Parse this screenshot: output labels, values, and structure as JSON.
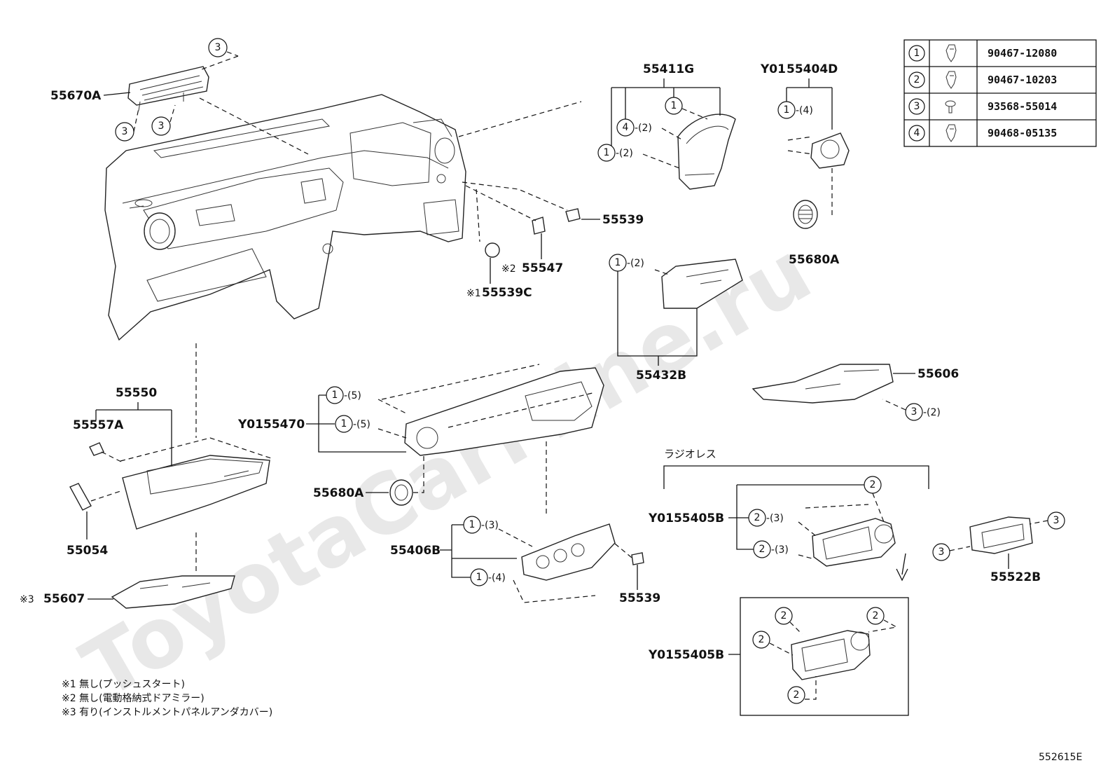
{
  "watermark": "ToyotaCarMine.ru",
  "reference_code": "552615E",
  "legend": [
    {
      "num": "1",
      "code": "90467-12080",
      "icon": "clip-icon"
    },
    {
      "num": "2",
      "code": "90467-10203",
      "icon": "clip-icon"
    },
    {
      "num": "3",
      "code": "93568-55014",
      "icon": "screw-icon"
    },
    {
      "num": "4",
      "code": "90468-05135",
      "icon": "clip-icon"
    }
  ],
  "parts": {
    "p55670A": "55670A",
    "p55411G": "55411G",
    "p55404D_prefix": "Y01",
    "p55404D": "55404D",
    "p55539_top": "55539",
    "p55547": "55547",
    "p55547_mark": "※2",
    "p55539C": "55539C",
    "p55539C_mark": "※1",
    "p55680A_right": "55680A",
    "p55432B": "55432B",
    "p55606": "55606",
    "p55550": "55550",
    "p55557A": "55557A",
    "p55470_prefix": "Y01",
    "p55470": "55470",
    "p55680A_left": "55680A",
    "p55054": "55054",
    "p55406B": "55406B",
    "p55539_bottom": "55539",
    "p55607_mark": "※3",
    "p55607": "55607",
    "radioless": "ラジオレス",
    "p55405B_a": "Y0155405B",
    "p55405B_b": "Y0155405B",
    "p55522B": "55522B"
  },
  "callouts": {
    "c3": "3",
    "c1": "1",
    "c2": "2",
    "c4": "4",
    "q2": "-(2)",
    "q3": "-(3)",
    "q4": "-(4)",
    "q5": "-(5)"
  },
  "notes": [
    "※1 無し(プッシュスタート)",
    "※2 無し(電動格納式ドアミラー)",
    "※3 有り(インストルメントパネルアンダカバー)"
  ]
}
